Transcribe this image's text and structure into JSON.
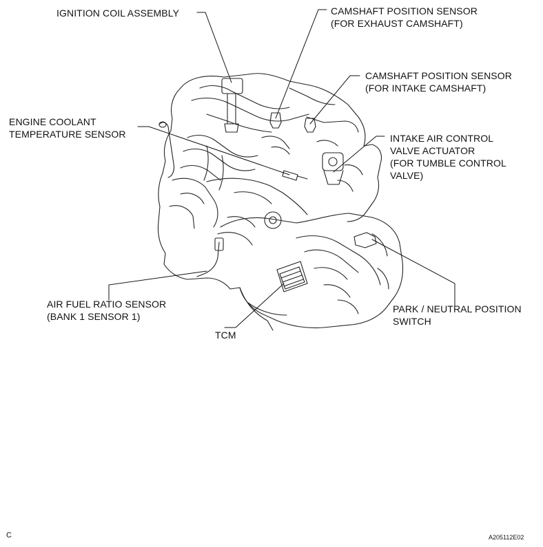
{
  "diagram": {
    "labels": {
      "ignition_coil": [
        "IGNITION COIL ASSEMBLY"
      ],
      "cam_exhaust": [
        "CAMSHAFT POSITION SENSOR",
        "(FOR EXHAUST CAMSHAFT)"
      ],
      "cam_intake": [
        "CAMSHAFT POSITION SENSOR",
        "(FOR INTAKE CAMSHAFT)"
      ],
      "coolant_temp": [
        "ENGINE COOLANT",
        "TEMPERATURE SENSOR"
      ],
      "intake_air_control": [
        "INTAKE AIR CONTROL",
        "VALVE ACTUATOR",
        "(FOR TUMBLE CONTROL",
        "VALVE)"
      ],
      "air_fuel_ratio": [
        "AIR FUEL RATIO SENSOR",
        "(BANK 1 SENSOR 1)"
      ],
      "park_neutral": [
        "PARK / NEUTRAL POSITION",
        "SWITCH"
      ],
      "tcm": [
        "TCM"
      ]
    },
    "corner_code": "C",
    "figure_id": "A205112E02"
  }
}
